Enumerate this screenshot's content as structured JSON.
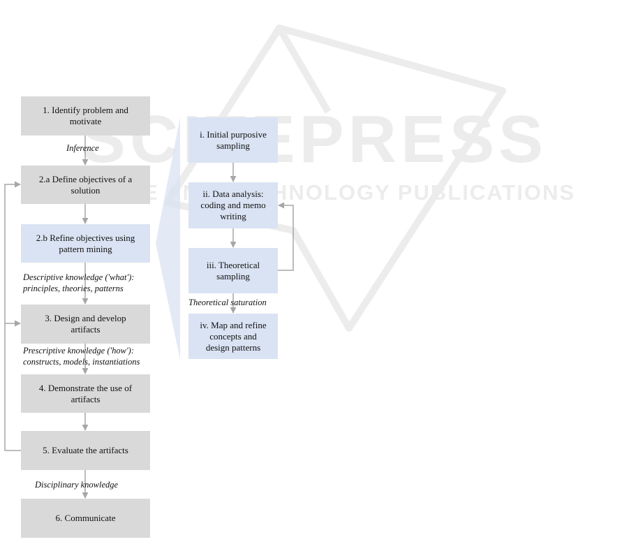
{
  "watermark": {
    "title": "SCITEPRESS",
    "subtitle": "SCIENCE AND TECHNOLOGY PUBLICATIONS"
  },
  "colors": {
    "left_box_fill": "#d9d9d9",
    "refine_box_fill": "#dae3f3",
    "right_box_fill": "#dae3f3",
    "arrow": "#a6a6a6"
  },
  "left_column": {
    "step1": "1.  Identify problem and\nmotivate",
    "label_inference": "Inference",
    "step2a": "2.a  Define objectives of a\nsolution",
    "step2b": "2.b  Refine objectives using\npattern mining",
    "label_descriptive": "Descriptive knowledge ('what'):\nprinciples, theories, patterns",
    "step3": "3.  Design and develop\nartifacts",
    "label_prescriptive": "Prescriptive knowledge ('how'):\nconstructs, models, instantiations",
    "step4": "4.  Demonstrate the use of\nartifacts",
    "step5": "5. Evaluate the artifacts",
    "label_disciplinary": "Disciplinary knowledge",
    "step6": "6.  Communicate"
  },
  "right_column": {
    "step_i": "i.  Initial purposive\nsampling",
    "step_ii": "ii.  Data analysis:\ncoding and memo\nwriting",
    "step_iii": "iii.  Theoretical\nsampling",
    "label_saturation": "Theoretical saturation",
    "step_iv": "iv.  Map and refine\nconcepts and\ndesign patterns"
  }
}
